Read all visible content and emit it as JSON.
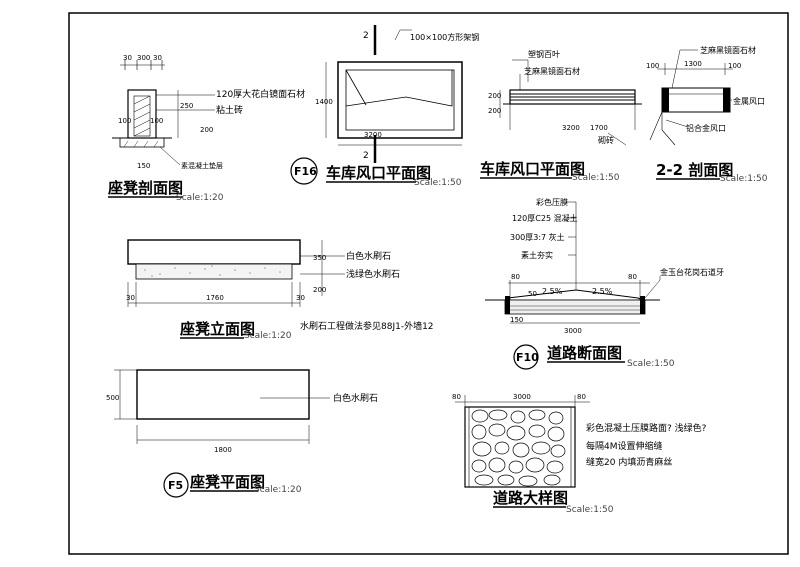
{
  "bench_section": {
    "title": "座凳剖面图",
    "scale": "Scale:1:20",
    "dim_top": [
      "30",
      "300",
      "30"
    ],
    "dims_left": [
      "250",
      "200"
    ],
    "dims_bottom": [
      "150"
    ],
    "dims_inner": [
      "100"
    ],
    "labels": [
      "120厚大花白镜面石材",
      "粘土砖",
      "素混凝土垫层"
    ]
  },
  "garage_vent_plan": {
    "badge": "F16",
    "title": "车库风口平面图",
    "scale": "Scale:1:50",
    "section_marks": [
      "2",
      "2"
    ],
    "label": "100×100方形架钢",
    "dim_width": "3200",
    "dim_height": "1400"
  },
  "garage_vent_elev": {
    "title": "车库风口平面图",
    "scale": "Scale:1:50",
    "labels": [
      "塑钢百叶",
      "芝麻黑镜面石材",
      "砌砖"
    ],
    "dims_bottom": [
      "3200",
      "1700"
    ],
    "dims_left": [
      "200",
      "200"
    ]
  },
  "section_2_2": {
    "title": "2-2 剖面图",
    "scale": "Scale:1:50",
    "dims_top": [
      "100",
      "1300",
      "100"
    ],
    "labels": [
      "芝麻黑镜面石材",
      "金属风口",
      "铝合金风口"
    ]
  },
  "bench_elevation": {
    "title": "座凳立面图",
    "scale": "Scale:1:20",
    "labels": [
      "白色水刷石",
      "浅绿色水刷石"
    ],
    "dims_right": [
      "350",
      "200"
    ],
    "dims_bottom": [
      "30",
      "1760",
      "30"
    ],
    "note": "水刷石工程做法参见88J1-外墙12"
  },
  "road_section": {
    "badge": "F10",
    "title": "道路断面图",
    "scale": "Scale:1:50",
    "layers": [
      "彩色压膜",
      "120厚C25  混凝土",
      "300厚3:7 灰土",
      "素土夯实"
    ],
    "right_label": "金玉台花岗石道牙",
    "slopes": [
      "2.5%",
      "2.5%"
    ],
    "dims": [
      "80",
      "80",
      "3000",
      "150",
      "50"
    ]
  },
  "bench_plan": {
    "badge": "F5",
    "title": "座凳平面图",
    "scale": "Scale:1:20",
    "label": "白色水刷石",
    "dim_width": "1800",
    "dim_height": "500"
  },
  "road_detail": {
    "title": "道路大样图",
    "scale": "Scale:1:50",
    "dims_top": [
      "80",
      "3000",
      "80"
    ],
    "notes": [
      "彩色混凝土压膜路面? 浅绿色?",
      "每隔4M设置伸缩缝",
      "缝宽20 内填沥青麻丝"
    ]
  }
}
